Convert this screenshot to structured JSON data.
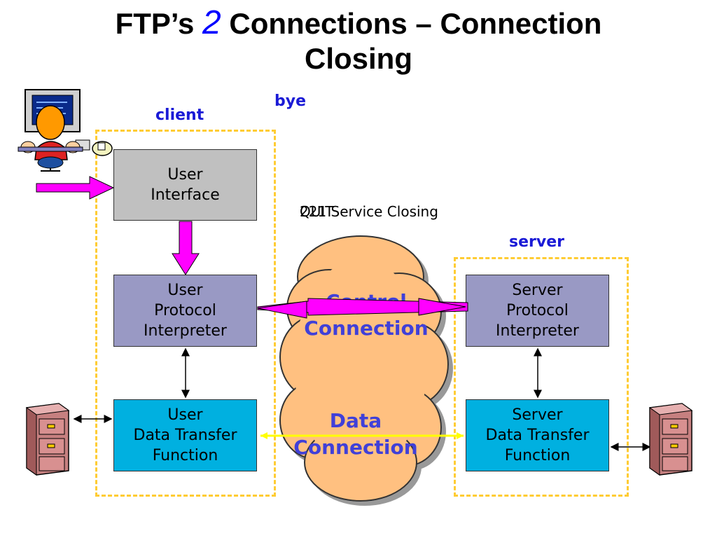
{
  "title": {
    "prefix": "FTP’s ",
    "number": "2",
    "suffix": " Connections – Connection",
    "line2": "Closing"
  },
  "labels": {
    "client": "client",
    "server": "server",
    "bye": "bye"
  },
  "messages": {
    "quit": "QUIT",
    "reply": "221 Service Closing"
  },
  "boxes": {
    "user_interface": "User\nInterface",
    "user_pi": "User\nProtocol\nInterpreter",
    "user_dtf": "User\nData Transfer\nFunction",
    "server_pi": "Server\nProtocol\nInterpreter",
    "server_dtf": "Server\nData Transfer\nFunction"
  },
  "cloud": {
    "control": "Control\nConnection",
    "data": "Data\nConnection"
  },
  "colors": {
    "title_number": "#0000ff",
    "label_blue": "#1a1ad6",
    "dashed_border": "#ffcc33",
    "arrow_magenta": "#ff00ff",
    "data_line": "#ffff00",
    "cloud_fill": "#ffc080",
    "user_interface_fill": "#c0c0c0",
    "pi_fill": "#9999c4",
    "dtf_fill": "#00b0e0"
  },
  "icons": {
    "client_user": "person-at-computer-icon",
    "client_files": "file-cabinet-icon",
    "server_files": "file-cabinet-icon"
  }
}
